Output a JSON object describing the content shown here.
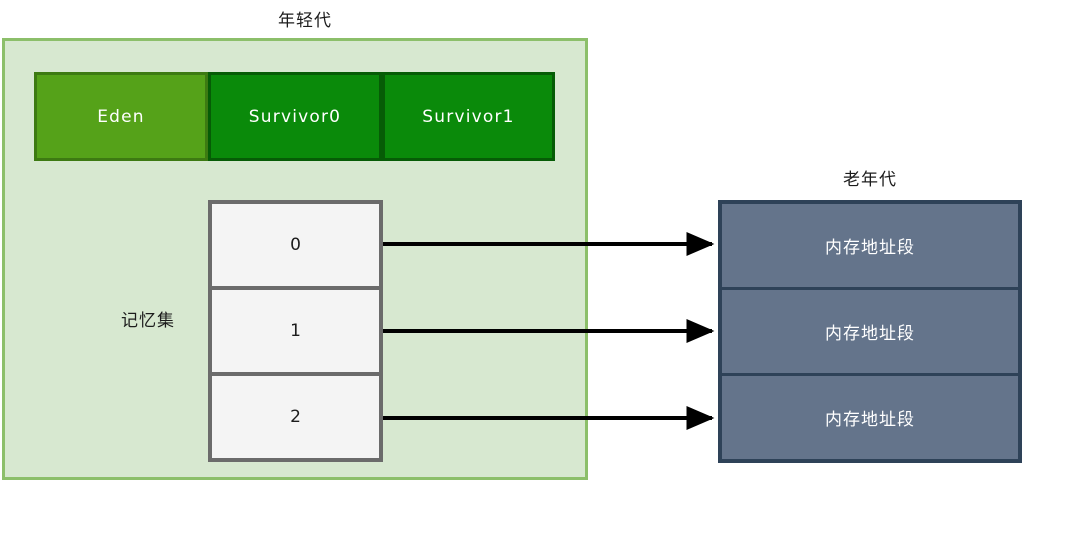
{
  "diagram": {
    "young_generation": {
      "title": "年轻代",
      "regions": [
        {
          "label": "Eden",
          "color": "#55a219",
          "border": "#3d7a12"
        },
        {
          "label": "Survivor0",
          "color": "#0a8a0a",
          "border": "#065c06"
        },
        {
          "label": "Survivor1",
          "color": "#0a8a0a",
          "border": "#065c06"
        }
      ],
      "container_fill": "#d7e8d0",
      "container_border": "#8cbf6a"
    },
    "remembered_set": {
      "label": "记忆集",
      "cells": [
        "0",
        "1",
        "2"
      ],
      "fill": "#f4f4f4",
      "border": "#6b6b6b"
    },
    "old_generation": {
      "title": "老年代",
      "segments": [
        "内存地址段",
        "内存地址段",
        "内存地址段"
      ],
      "fill": "#64748b",
      "border": "#2e4258"
    },
    "arrows": [
      {
        "from_cell": "0",
        "to_segment": 0,
        "color": "#000000"
      },
      {
        "from_cell": "1",
        "to_segment": 1,
        "color": "#000000"
      },
      {
        "from_cell": "2",
        "to_segment": 2,
        "color": "#000000"
      }
    ]
  }
}
